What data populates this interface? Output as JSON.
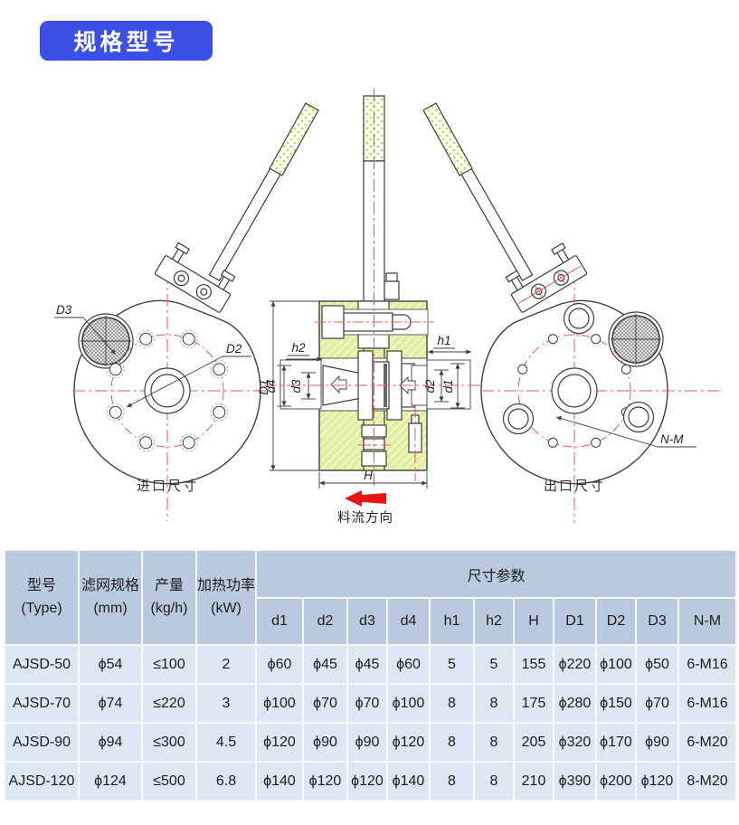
{
  "colors": {
    "badge_blue": "#3b50e4",
    "table_header_bg": "#b9cade",
    "table_row_bg": "#dce7f2",
    "body_green": "#e2efa0",
    "centerline_red": "#e65c5c",
    "flow_arrow_red": "#e81515",
    "line_dark": "#3d3d3d"
  },
  "header": {
    "badge_label": "规格型号"
  },
  "drawing": {
    "inlet_view": {
      "caption": "进口尺寸",
      "label_d3": "D3",
      "label_d2": "D2"
    },
    "section_view": {
      "label_D1": "D1",
      "label_H": "H",
      "label_h1": "h1",
      "label_h2": "h2",
      "label_d1": "d1",
      "label_d2": "d2",
      "label_d3": "d3",
      "label_d4": "d4"
    },
    "outlet_view": {
      "caption": "出口尺寸",
      "label_nm": "N-M"
    },
    "flow_label": "料流方向"
  },
  "table": {
    "group_header": "尺寸参数",
    "col_headers": [
      {
        "line1": "型号",
        "line2": "(Type)"
      },
      {
        "line1": "滤网规格",
        "line2": "(mm)"
      },
      {
        "line1": "产量",
        "line2": "(kg/h)"
      },
      {
        "line1": "加热功率",
        "line2": "(kW)"
      }
    ],
    "dim_headers": [
      "d1",
      "d2",
      "d3",
      "d4",
      "h1",
      "h2",
      "H",
      "D1",
      "D2",
      "D3",
      "N-M"
    ],
    "rows": [
      [
        "AJSD-50",
        "ϕ54",
        "≤100",
        "2",
        "ϕ60",
        "ϕ45",
        "ϕ45",
        "ϕ60",
        "5",
        "5",
        "155",
        "ϕ220",
        "ϕ100",
        "ϕ50",
        "6-M16"
      ],
      [
        "AJSD-70",
        "ϕ74",
        "≤220",
        "3",
        "ϕ100",
        "ϕ70",
        "ϕ70",
        "ϕ100",
        "8",
        "8",
        "175",
        "ϕ280",
        "ϕ150",
        "ϕ70",
        "6-M16"
      ],
      [
        "AJSD-90",
        "ϕ94",
        "≤300",
        "4.5",
        "ϕ120",
        "ϕ90",
        "ϕ90",
        "ϕ120",
        "8",
        "8",
        "205",
        "ϕ320",
        "ϕ170",
        "ϕ90",
        "6-M20"
      ],
      [
        "AJSD-120",
        "ϕ124",
        "≤500",
        "6.8",
        "ϕ140",
        "ϕ120",
        "ϕ120",
        "ϕ140",
        "8",
        "8",
        "210",
        "ϕ390",
        "ϕ200",
        "ϕ120",
        "8-M20"
      ]
    ]
  }
}
